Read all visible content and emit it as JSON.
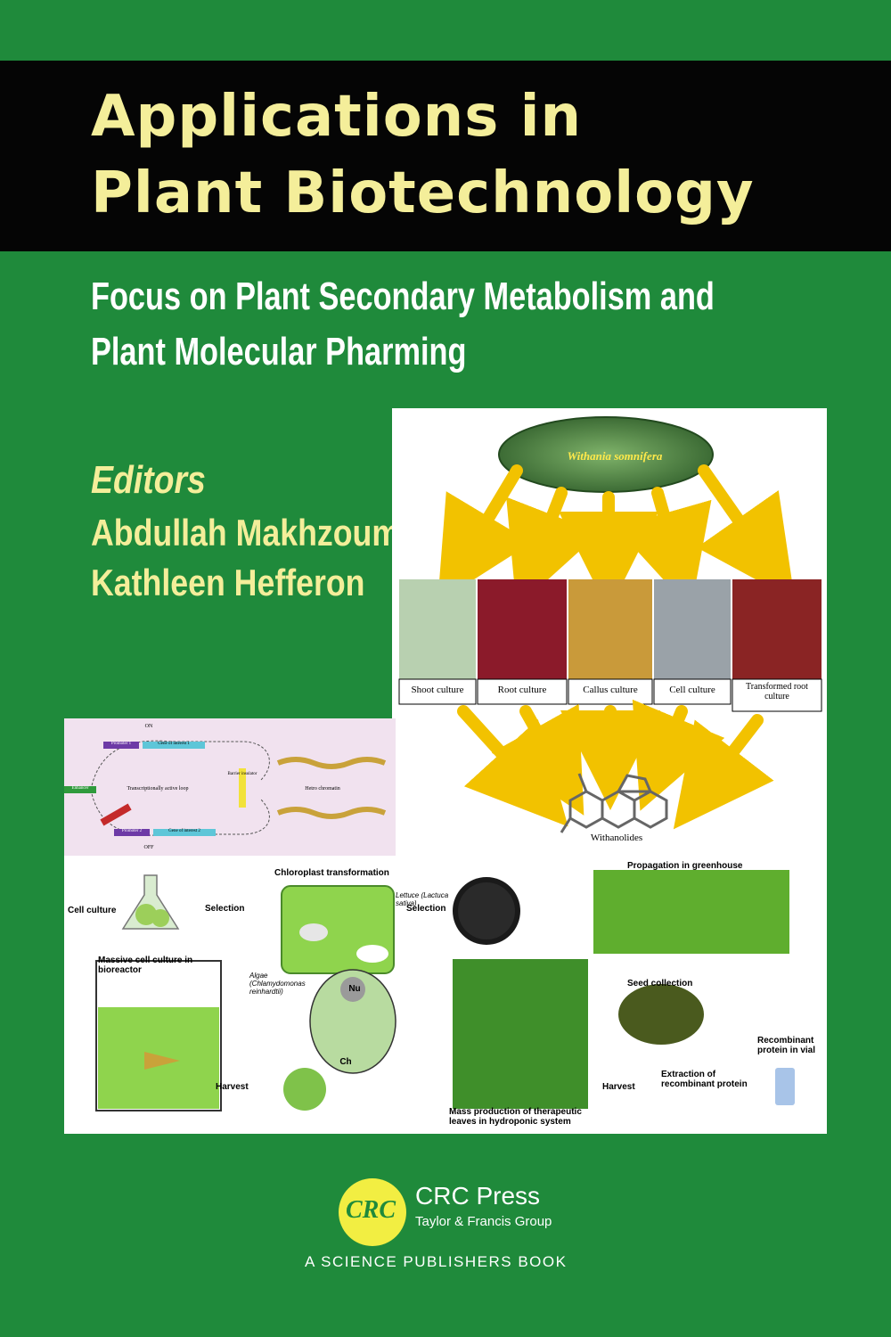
{
  "cover": {
    "title_line1": "Applications in",
    "title_line2": "Plant Biotechnology",
    "subtitle_line1": "Focus on Plant Secondary Metabolism and",
    "subtitle_line2": "Plant Molecular Pharming",
    "editors_heading": "Editors",
    "editors": [
      "Abdullah Makhzoum",
      "Kathleen Hefferon"
    ]
  },
  "figure_right": {
    "plant_label": "Withania somnifera",
    "cultures": [
      "Shoot culture",
      "Root culture",
      "Callus culture",
      "Cell culture",
      "Transformed root culture"
    ],
    "product_label": "Withanolides"
  },
  "figure_left": {
    "labels": [
      "ON",
      "Promoter 1",
      "Gene of interest 1",
      "Enhancer",
      "Transcriptionally active loop",
      "Hetro chromatin",
      "Barrier insulator",
      "Promoter 2",
      "Gene of interest 2",
      "OFF"
    ]
  },
  "figure_bottom": {
    "labels": {
      "cell_culture": "Cell culture",
      "selection1": "Selection",
      "bioreactor": "Massive cell culture in bioreactor",
      "harvest1": "Harvest",
      "chloroplast": "Chloroplast transformation",
      "lettuce": "Lettuce (Lactuca sativa)",
      "selection2": "Selection",
      "algae": "Algae (Chlamydomonas reinhardtii)",
      "nu": "Nu",
      "ch": "Ch",
      "propagation": "Propagation in greenhouse",
      "seed": "Seed collection",
      "recombinant_vial": "Recombinant protein in vial",
      "harvest2": "Harvest",
      "extraction": "Extraction of recombinant protein",
      "mass_production": "Mass production of therapeutic leaves in hydroponic system"
    }
  },
  "publisher": {
    "logo_text": "CRC",
    "name": "CRC Press",
    "group": "Taylor & Francis Group",
    "imprint": "A SCIENCE PUBLISHERS BOOK"
  },
  "colors": {
    "background": "#1f8a3b",
    "title_band": "#050505",
    "title_text": "#f4ee9a",
    "arrows": "#f2c200",
    "logo": "#f2ee42"
  }
}
